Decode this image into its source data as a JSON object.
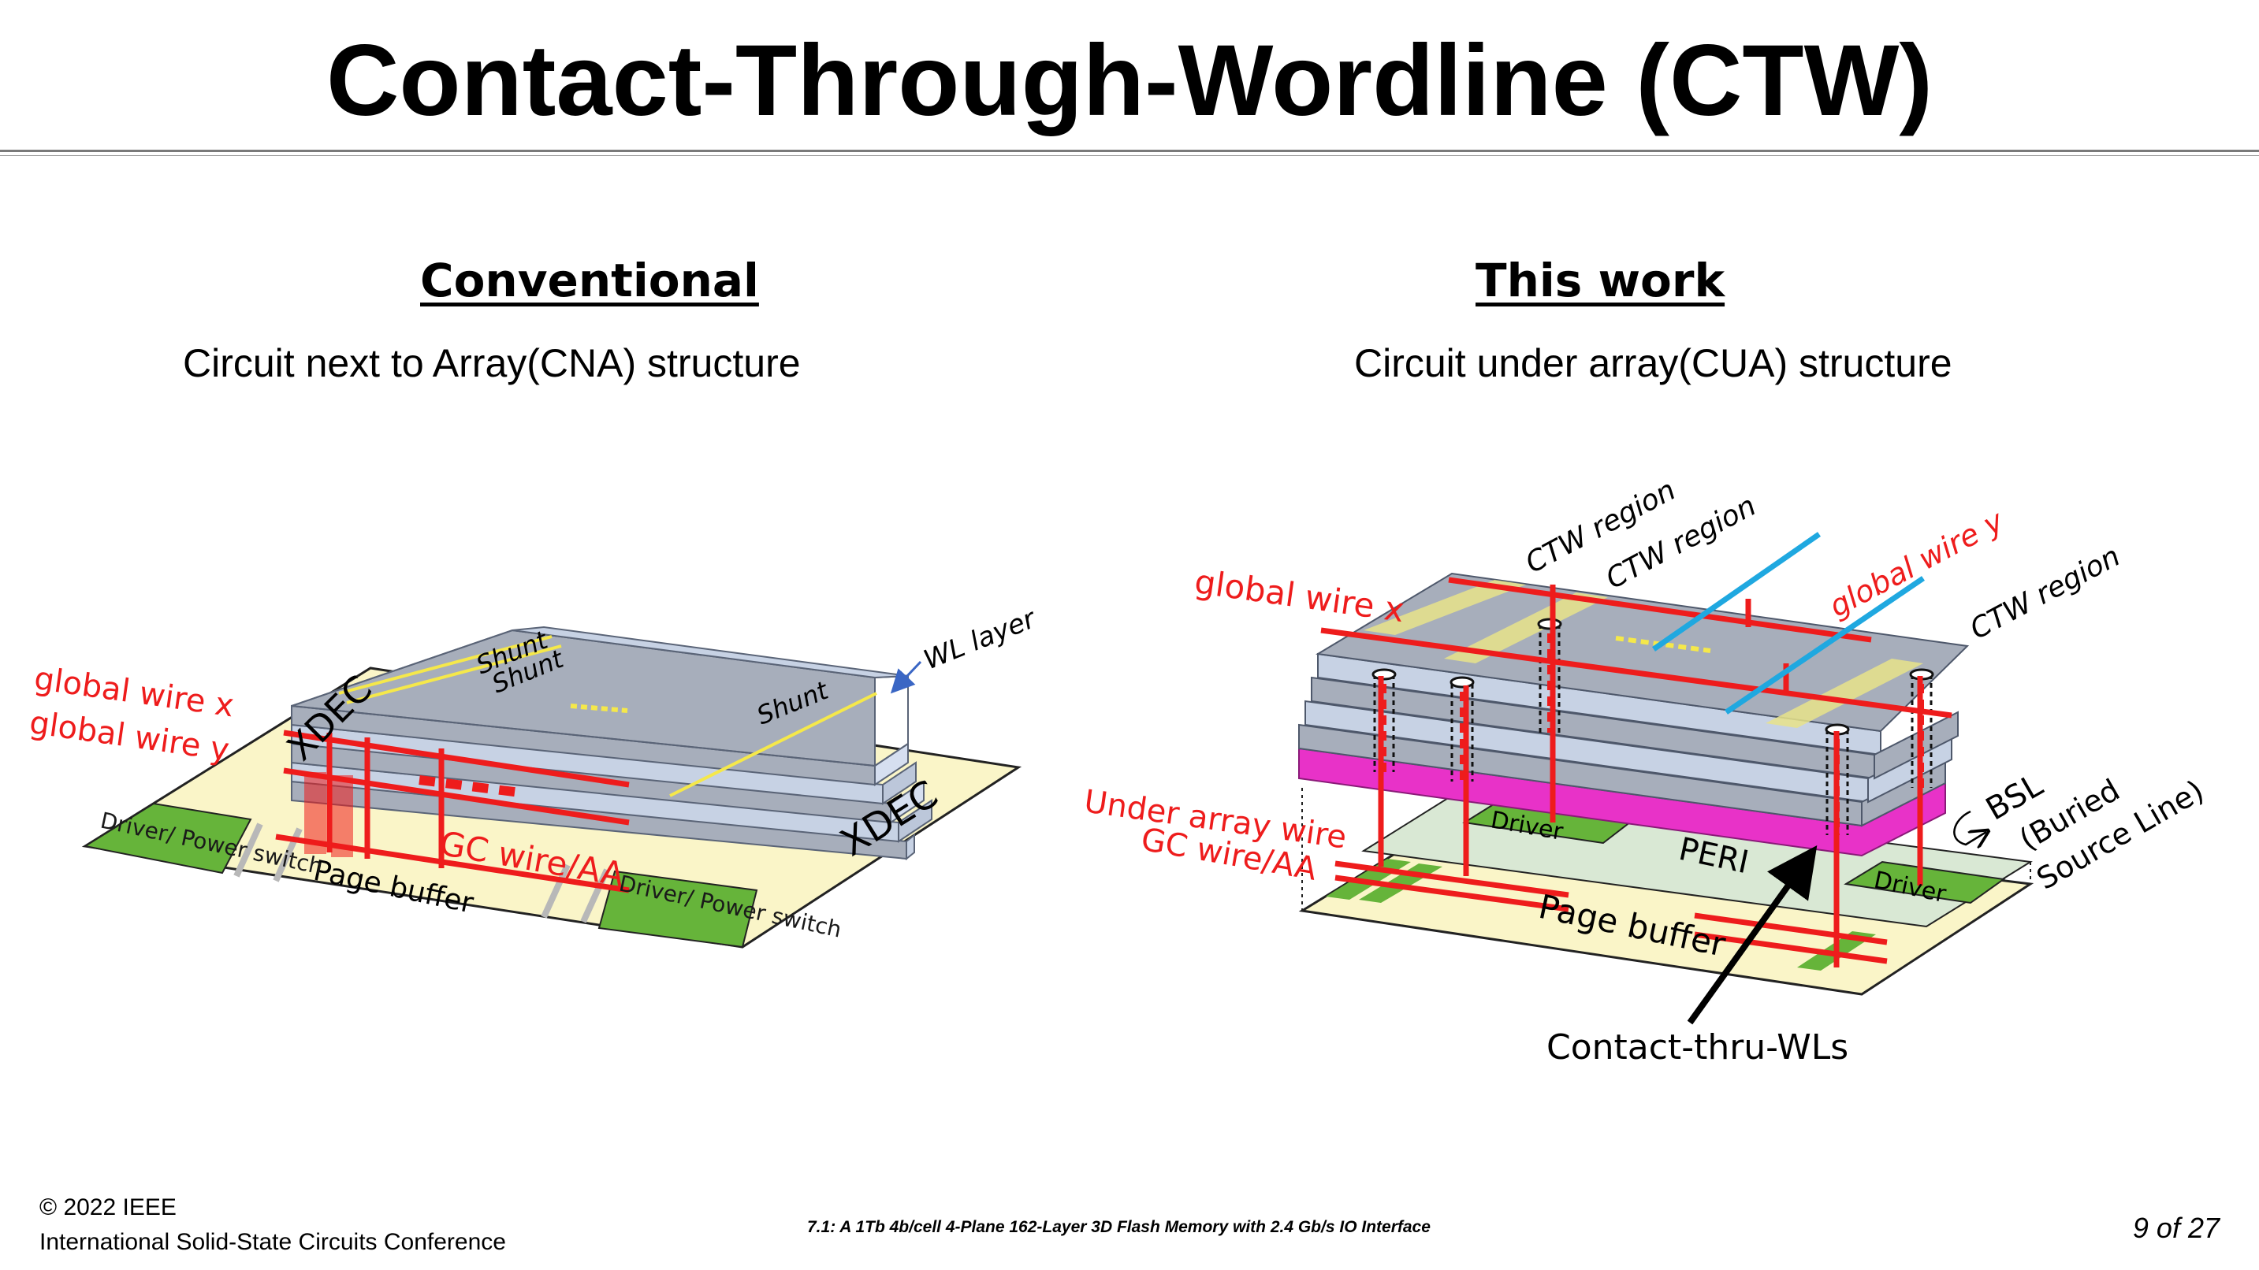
{
  "slide": {
    "title": "Contact-Through-Wordline (CTW)",
    "page_indicator": "9 of 27"
  },
  "left_panel": {
    "heading": "Conventional",
    "subtitle": "Circuit next to Array(CNA) structure",
    "labels": {
      "global_wire_x": "global wire x",
      "global_wire_y": "global wire y",
      "xdec_left": "XDEC",
      "xdec_right": "XDEC",
      "shunt_1": "Shunt",
      "shunt_2": "Shunt",
      "shunt_3": "Shunt",
      "wl_layer": "WL layer",
      "driver_power_switch_left": "Driver/ Power switch",
      "driver_power_switch_right": "Driver/ Power switch",
      "gc_wire_aa": "GC wire/AA",
      "page_buffer": "Page buffer"
    }
  },
  "right_panel": {
    "heading": "This work",
    "subtitle": "Circuit under array(CUA) structure",
    "labels": {
      "ctw_region_1": "CTW region",
      "ctw_region_2": "CTW region",
      "ctw_region_3": "CTW region",
      "global_wire_x": "global wire x",
      "global_wire_y": "global wire y",
      "under_array_wire": "Under array wire",
      "gc_wire_aa": "GC wire/AA",
      "driver_1": "Driver",
      "driver_2": "Driver",
      "peri": "PERI",
      "page_buffer": "Page buffer",
      "bsl": "BSL",
      "buried": "(Buried",
      "source_line": "Source Line)",
      "contact_thru_wls": "Contact-thru-WLs"
    }
  },
  "footer": {
    "copyright": "© 2022 IEEE",
    "conference": "International Solid-State Circuits Conference",
    "paper": "7.1: A 1Tb 4b/cell 4-Plane 162-Layer 3D Flash Memory with 2.4 Gb/s IO Interface"
  },
  "colors": {
    "red": "#ee1c1c",
    "cyan": "#1fa8e0",
    "magenta": "#e832c8",
    "stack_gray": "#a7aebb",
    "layer_blue": "#c7d2e4",
    "cream": "#faf5c8",
    "green": "#66b43a",
    "yellow": "#f5e84a"
  }
}
